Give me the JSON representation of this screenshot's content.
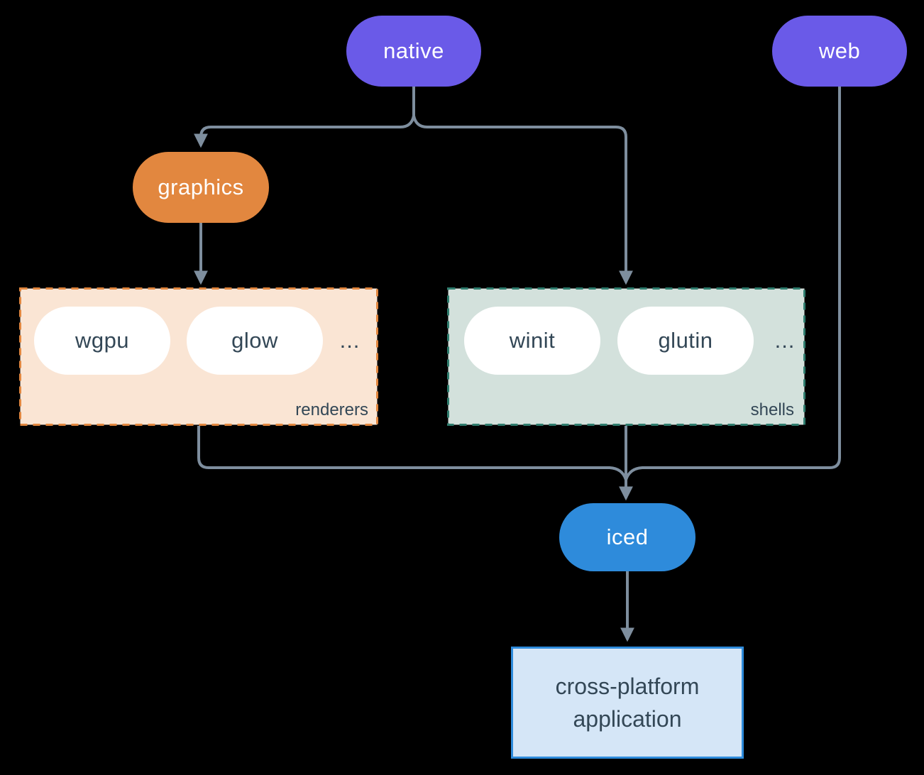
{
  "colors": {
    "background": "#000000",
    "purple": "#6A5AE8",
    "orange": "#E2873F",
    "blue": "#2E8BDB",
    "peach_fill": "#FAE5D4",
    "sage_fill": "#D3E1DC",
    "teal_border": "#2F7D6E",
    "lightblue_fill": "#D5E6F7",
    "dark_text": "#334756",
    "line": "#7E8E9E",
    "white_pill": "#FFFFFF"
  },
  "nodes": {
    "native": {
      "label": "native"
    },
    "web": {
      "label": "web"
    },
    "graphics": {
      "label": "graphics"
    },
    "iced": {
      "label": "iced"
    },
    "application": {
      "label": "cross-platform application"
    }
  },
  "groups": {
    "renderers": {
      "label": "renderers",
      "ellipsis": "...",
      "items": [
        {
          "label": "wgpu"
        },
        {
          "label": "glow"
        }
      ]
    },
    "shells": {
      "label": "shells",
      "ellipsis": "...",
      "items": [
        {
          "label": "winit"
        },
        {
          "label": "glutin"
        }
      ]
    }
  }
}
